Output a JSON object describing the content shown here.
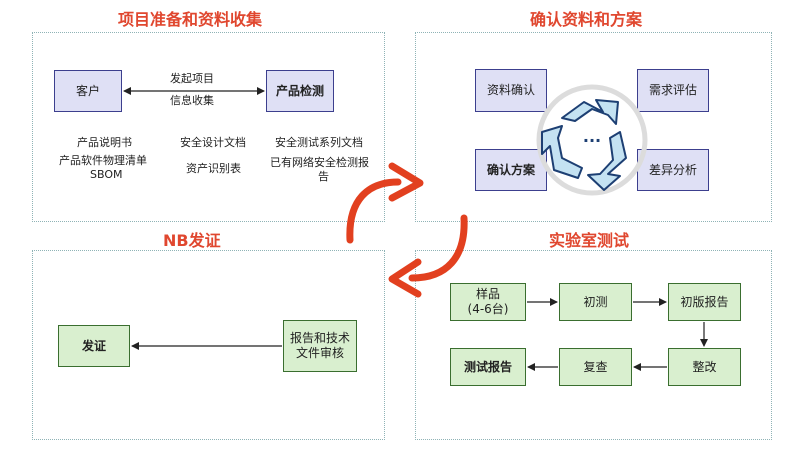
{
  "sections": {
    "prep": {
      "title": "项目准备和资料收集"
    },
    "confirm": {
      "title": "确认资料和方案"
    },
    "test": {
      "title": "实验室测试"
    },
    "cert": {
      "title": "NB发证"
    }
  },
  "prep": {
    "customer": "客户",
    "product_test": "产品检测",
    "arrow_top": "发起项目",
    "arrow_bottom": "信息收集",
    "docs": [
      "产品说明书",
      "产品软件物理清单",
      "SBOM",
      "安全设计文档",
      "资产识别表",
      "安全测试系列文档",
      "已有网络安全检测报",
      "告"
    ]
  },
  "confirm": {
    "doc_confirm": "资料确认",
    "needs_eval": "需求评估",
    "plan_confirm": "确认方案",
    "diff_analysis": "差异分析",
    "cycle_label": "..."
  },
  "test": {
    "sample": "样品",
    "sample_count": "(4-6台)",
    "first_test": "初测",
    "first_report": "初版报告",
    "rectify": "整改",
    "retest": "复查",
    "test_report": "测试报告"
  },
  "cert": {
    "review": "报告和技术文件审核",
    "issue": "发证"
  },
  "colors": {
    "title": "#e0472f",
    "purple_fill": "#dfe0f5",
    "green_fill": "#d9efcf",
    "arrow_red": "#e2401f",
    "recycle_blue": "#c4e2f2"
  }
}
